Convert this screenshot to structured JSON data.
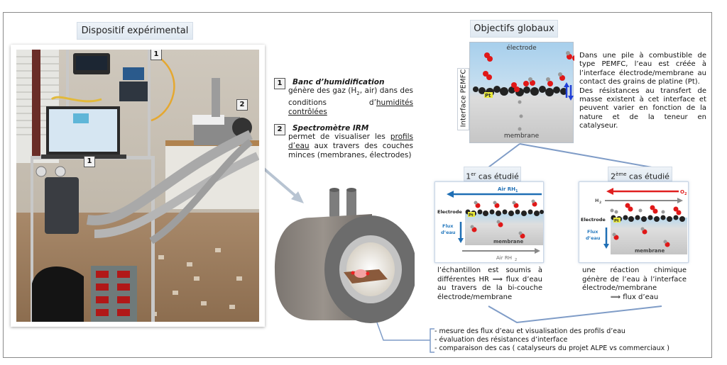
{
  "left_section": {
    "title": "Dispositif expérimental",
    "photo_badges": [
      "1",
      "1",
      "2"
    ]
  },
  "legend": {
    "items": [
      {
        "number": "1",
        "title": "Banc d’humidification",
        "text_before": "génère des gaz (H",
        "sub": "2",
        "text_mid": ", air) dans des conditions d’",
        "underlined": "humidités contrôlées"
      },
      {
        "number": "2",
        "title": "Spectromètre IRM",
        "text_before": "permet de visualiser les ",
        "underlined": "profils d’eau",
        "text_after": " aux travers des couches minces (membranes, électrodes)"
      }
    ]
  },
  "objectives": {
    "title": "Objectifs globaux",
    "diagram": {
      "top_label": "électrode",
      "bottom_label": "membrane",
      "side_label": "Interface PEMFC",
      "pt_label": "Pt"
    },
    "description_p1": "Dans une pile à combustible de type PEMFC, l’eau est créée à l’interface électrode/membrane au contact des grains de platine (Pt).",
    "description_p2": "Des résistances au transfert de masse existent à cet interface et peuvent varier en fonction de la nature et de la teneur en catalyseur."
  },
  "case1": {
    "title_num": "1",
    "title_sup": "er",
    "title_rest": " cas étudié",
    "air_top": "Air RH",
    "air_top_sub": "1",
    "air_bottom": "Air RH",
    "air_bottom_sub": "2",
    "electrode_label": "Electrode",
    "pt_label": "Pt",
    "flux_label_1": "Flux",
    "flux_label_2": "d’eau",
    "membrane_label": "membrane",
    "caption_1": "l’échantillon est soumis à différentes HR ",
    "caption_arrow": "⟹",
    "caption_2": " flux d’eau au travers de la bi-couche électrode/membrane"
  },
  "case2": {
    "title_num": "2",
    "title_sup": "ème",
    "title_rest": " cas étudié",
    "o2_label": "O",
    "o2_sub": "2",
    "h2_label": "H",
    "h2_sub": "2",
    "electrode_label": "Electrode",
    "pt_label": "Pt",
    "flux_label_1": "Flux",
    "flux_label_2": "d’eau",
    "membrane_label": "membrane",
    "caption_1": "une réaction chimique génère de l’eau à l’interface électrode/membrane",
    "caption_2": "⟹ flux d’eau"
  },
  "bullets": [
    "- mesure des flux d’eau et visualisation des profils d’eau",
    "- évaluation des résistances d’interface",
    "- comparaison des cas ( catalyseurs du projet ALPE  vs  commerciaux )"
  ],
  "colors": {
    "connector": "#7f9cc7",
    "title_bg": "#e4ecf4",
    "electrode_blue": "#a9d1ec",
    "membrane_gray": "#cfcfcf",
    "flux_blue": "#1f6fb5",
    "o2_red": "#e02020",
    "water_red": "#e01818"
  }
}
